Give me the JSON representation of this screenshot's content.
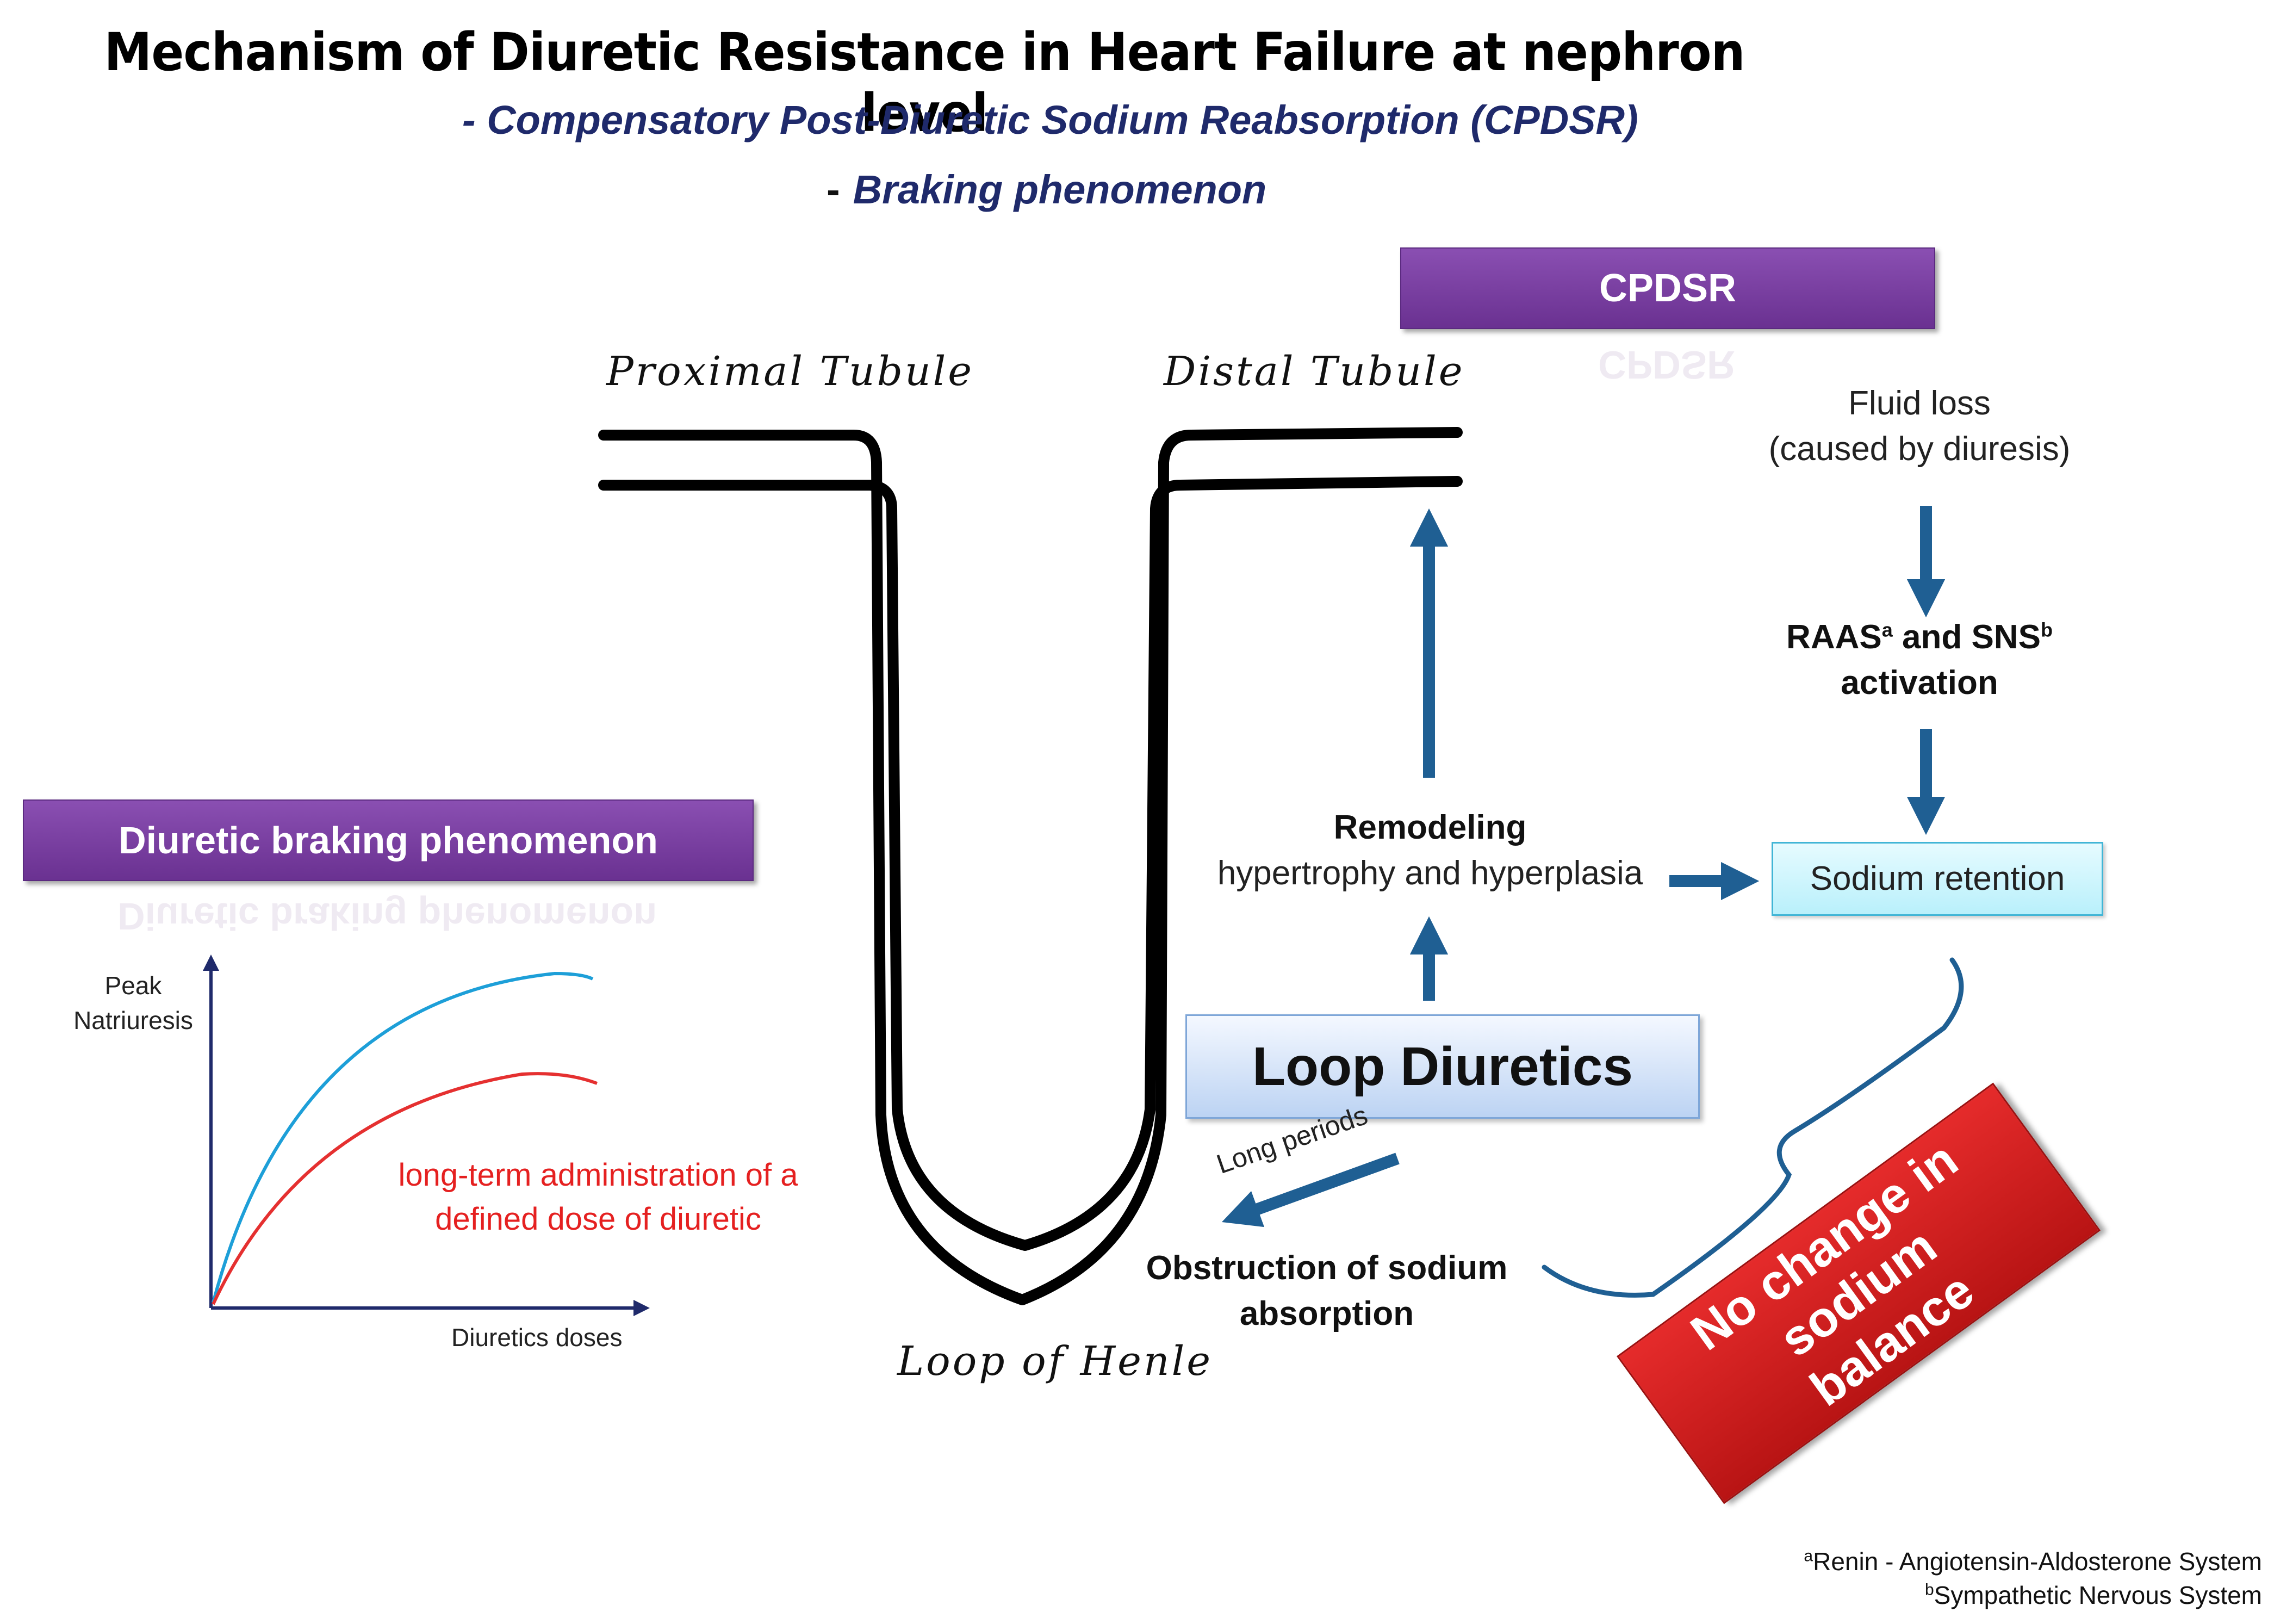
{
  "title": "Mechanism of Diuretic Resistance in Heart Failure at nephron level",
  "subtitle1": "- Compensatory Post-Diuretic Sodium Reabsorption (CPDSR)",
  "subtitle2_dash": "-",
  "subtitle2": "Braking phenomenon",
  "nephron": {
    "proximal": "Proximal Tubule",
    "distal": "Distal Tubule",
    "loop": "Loop of Henle"
  },
  "cpdsr": {
    "label": "CPDSR",
    "fluid_loss_1": "Fluid loss",
    "fluid_loss_2": "(caused by diuresis)",
    "raas_1": "RAAS",
    "raas_sup_a": "a",
    "raas_and": " and SNS",
    "raas_sup_b": "b",
    "raas_2": "activation",
    "sodium_retention": "Sodium retention"
  },
  "remodeling": {
    "title": "Remodeling",
    "detail": "hypertrophy and hyperplasia"
  },
  "loop_diuretics": "Loop Diuretics",
  "long_periods": "Long periods",
  "obstruction_1": "Obstruction of sodium",
  "obstruction_2": "absorption",
  "no_change": "No change in sodium balance",
  "braking": {
    "label": "Diuretic braking phenomenon",
    "y_label_1": "Peak",
    "y_label_2": "Natriuresis",
    "x_label": "Diuretics doses",
    "annotation_1": "long-term administration of a",
    "annotation_2": "defined dose of diuretic"
  },
  "footnotes": {
    "a_sup": "a",
    "a": "Renin - Angiotensin-Aldosterone System",
    "b_sup": "b",
    "b": "Sympathetic Nervous System"
  },
  "colors": {
    "arrow": "#1f5f93",
    "purple": "#7a3fa4",
    "red": "#d42020",
    "curve_blue": "#1d9fd8",
    "curve_red": "#e53030",
    "title_blue": "#1f2a6b"
  }
}
